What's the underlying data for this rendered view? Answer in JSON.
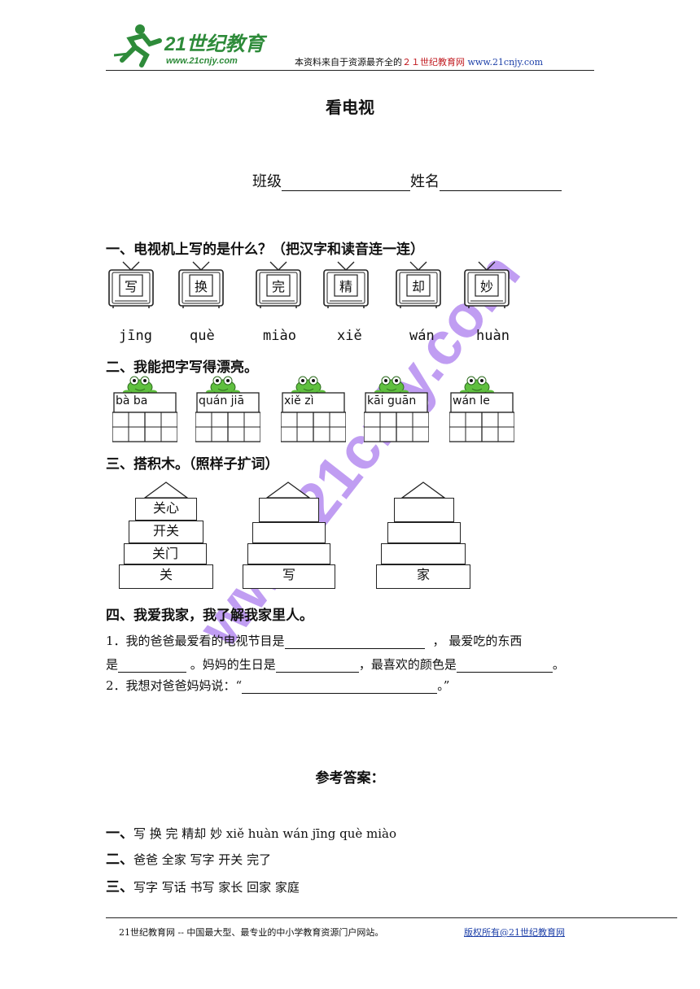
{
  "header": {
    "logo_text": "21世纪教育",
    "logo_url": "www.21cnjy.com",
    "note_prefix": "本资料来自于资源最齐全的",
    "note_red": "２１世纪教育网",
    "note_url": "www.21cnjy.com"
  },
  "title": "看电视",
  "class_label": "班级",
  "name_label": "姓名",
  "section1": {
    "heading": "一、电视机上写的是什么？（把汉字和读音连一连）",
    "tv_chars": [
      "写",
      "换",
      "完",
      "精",
      "却",
      "妙"
    ],
    "pinyin": [
      "jīng",
      "què",
      "miào",
      "xiě",
      "wán",
      "huàn"
    ]
  },
  "section2": {
    "heading": "二、我能把字写得漂亮。",
    "frogs": [
      "bà ba",
      "quán jiā",
      "xiě zì",
      "kāi guān",
      "wán le"
    ]
  },
  "section3": {
    "heading": "三、搭积木。（照样子扩词）",
    "tower1": [
      "关心",
      "开关",
      "关门",
      "关"
    ],
    "tower2_base": "写",
    "tower3_base": "家"
  },
  "section4": {
    "heading": "四、我爱我家，我了解我家里人。",
    "q1_a": "1．我的爸爸最爱看的电视节目是",
    "q1_b": "，  最爱吃的东西",
    "q1_c": "是",
    "q1_d": "。妈妈的生日是",
    "q1_e": "，最喜欢的颜色是",
    "q1_end": "。",
    "q2_a": "2．我想对爸爸妈妈说：“",
    "q2_end": "。”"
  },
  "answers": {
    "heading": "参考答案：",
    "a1_label": "一、",
    "a1": "写 换 完   精却 妙 xiě    huàn    wán     jīng què    miào",
    "a2_label": "二、",
    "a2": "爸爸 全家 写字 开关   完了",
    "a3_label": "三、",
    "a3": "写字 写话 书写   家长 回家 家庭"
  },
  "footer": {
    "left": "21世纪教育网 -- 中国最大型、最专业的中小学教育资源门户网站。",
    "right": "版权所有@21世纪教育网"
  },
  "watermark": "www.21cnjy.com",
  "colors": {
    "brand_green": "#2e8b3a",
    "brand_red": "#c0181e",
    "link_blue": "#1c3fa8",
    "watermark": "#b58cf0"
  }
}
